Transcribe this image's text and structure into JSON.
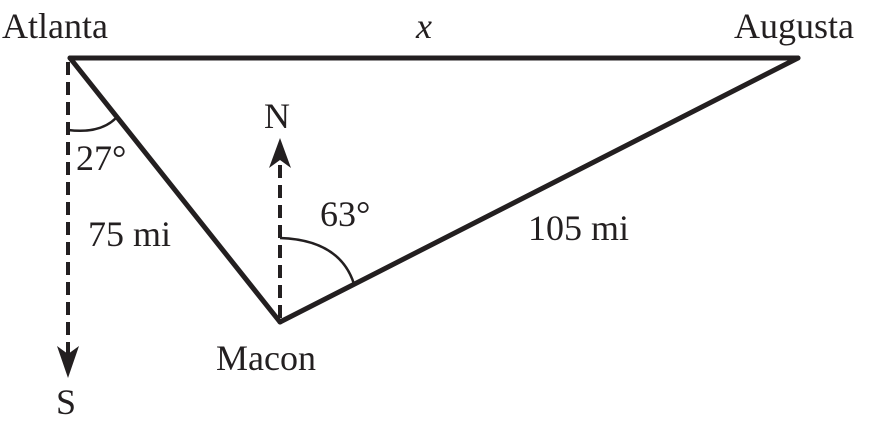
{
  "places": {
    "atlanta": "Atlanta",
    "augusta": "Augusta",
    "macon": "Macon"
  },
  "sides": {
    "top": "x",
    "atlanta_macon": "75 mi",
    "macon_augusta": "105 mi"
  },
  "angles": {
    "atlanta": "27°",
    "macon": "63°"
  },
  "directions": {
    "north": "N",
    "south": "S"
  },
  "colors": {
    "ink": "#231f20"
  }
}
